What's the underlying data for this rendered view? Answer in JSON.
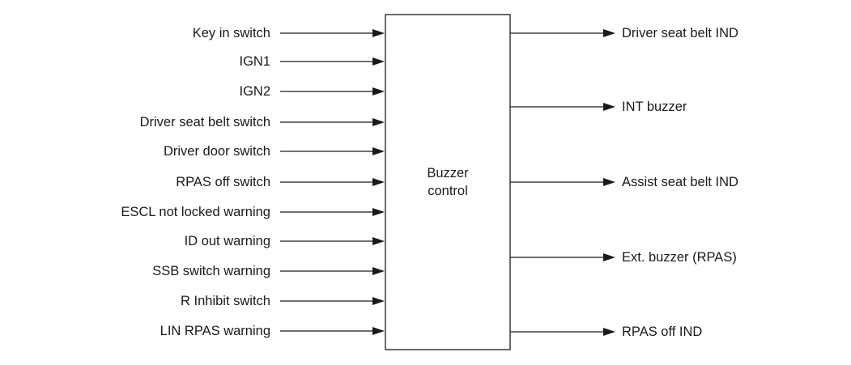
{
  "block": {
    "line1": "Buzzer",
    "line2": "control"
  },
  "inputs": [
    "Key in switch",
    "IGN1",
    "IGN2",
    "Driver seat belt switch",
    "Driver door switch",
    "RPAS off switch",
    "ESCL not locked warning",
    "ID out warning",
    "SSB switch warning",
    "R Inhibit switch",
    "LIN RPAS warning"
  ],
  "outputs": [
    "Driver seat belt IND",
    "INT buzzer",
    "Assist seat belt IND",
    "Ext. buzzer (RPAS)",
    "RPAS off IND"
  ]
}
